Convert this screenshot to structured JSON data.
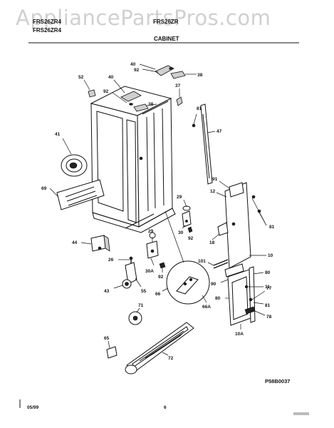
{
  "header": {
    "line1_left": "FRS26ZR4",
    "line1_right": "FRS26ZR",
    "line2_left": "FRS26ZR4",
    "section_title": "CABINET"
  },
  "watermark": "AppliancePartsPros.com",
  "footer": {
    "date": "05/99",
    "page_number": "6",
    "diagram_code": "P58B0037"
  },
  "callouts": [
    {
      "id": "c40a",
      "label": "40"
    },
    {
      "id": "c92a",
      "label": "92"
    },
    {
      "id": "c38a",
      "label": "38"
    },
    {
      "id": "c52",
      "label": "52"
    },
    {
      "id": "c40b",
      "label": "40"
    },
    {
      "id": "c37",
      "label": "37"
    },
    {
      "id": "c92b",
      "label": "92"
    },
    {
      "id": "c38b",
      "label": "38"
    },
    {
      "id": "c81a",
      "label": "81"
    },
    {
      "id": "c47",
      "label": "47"
    },
    {
      "id": "c41",
      "label": "41"
    },
    {
      "id": "c91",
      "label": "91"
    },
    {
      "id": "c12",
      "label": "12"
    },
    {
      "id": "c69",
      "label": "69"
    },
    {
      "id": "c29a",
      "label": "29"
    },
    {
      "id": "c81b",
      "label": "81"
    },
    {
      "id": "c30a",
      "label": "30"
    },
    {
      "id": "c92c",
      "label": "92"
    },
    {
      "id": "c29b",
      "label": "29"
    },
    {
      "id": "c18",
      "label": "18"
    },
    {
      "id": "c44",
      "label": "44"
    },
    {
      "id": "c10",
      "label": "10"
    },
    {
      "id": "c26",
      "label": "26"
    },
    {
      "id": "c101",
      "label": "101"
    },
    {
      "id": "c30b",
      "label": "30A"
    },
    {
      "id": "c92d",
      "label": "92"
    },
    {
      "id": "c80a",
      "label": "80"
    },
    {
      "id": "c90",
      "label": "90"
    },
    {
      "id": "c43",
      "label": "43"
    },
    {
      "id": "c55",
      "label": "55"
    },
    {
      "id": "c66",
      "label": "66"
    },
    {
      "id": "c11",
      "label": "11"
    },
    {
      "id": "c77",
      "label": "77"
    },
    {
      "id": "c66a",
      "label": "66A"
    },
    {
      "id": "c80b",
      "label": "80"
    },
    {
      "id": "c81c",
      "label": "81"
    },
    {
      "id": "c71",
      "label": "71"
    },
    {
      "id": "c78",
      "label": "78"
    },
    {
      "id": "c10a",
      "label": "10A"
    },
    {
      "id": "c65",
      "label": "65"
    },
    {
      "id": "c72",
      "label": "72"
    }
  ]
}
